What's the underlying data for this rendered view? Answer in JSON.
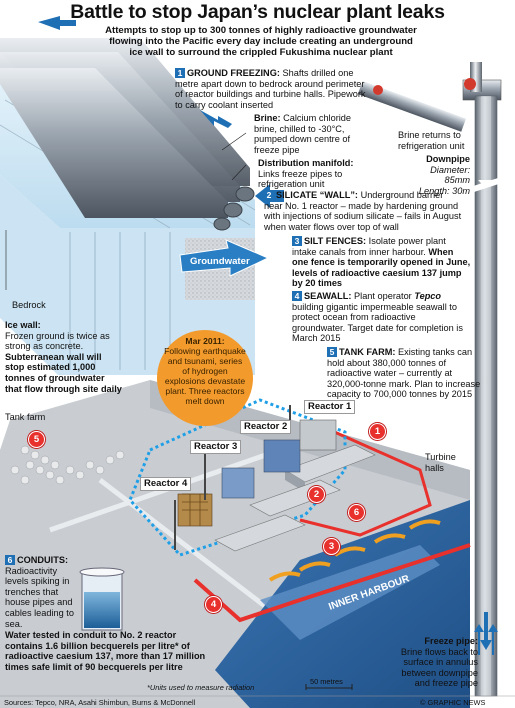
{
  "title": "Battle to stop Japan’s nuclear plant leaks",
  "subtitle": "Attempts to stop up to 300 tonnes of highly radioactive groundwater flowing into the Pacific every day include creating an underground ice wall to surround the crippled Fukushima nuclear plant",
  "items": {
    "ground_freezing": {
      "num": "1",
      "head": "GROUND FREEZING:",
      "text": "Shafts drilled one metre apart down to bedrock around perimeter of reactor buildings and turbine halls. Pipework to carry coolant inserted"
    },
    "silicate": {
      "num": "2",
      "head": "SILICATE “WALL”:",
      "text": "Underground barrier near No. 1 reactor – made by hardening ground with injections of sodium silicate – fails in August when water flows over top of wall"
    },
    "silt": {
      "num": "3",
      "head": "SILT FENCES:",
      "text": "Isolate power plant intake canals from inner harbour.",
      "bold": "When one fence is temporarily opened in June, levels of radioactive caesium 137 jump by 20 times"
    },
    "seawall": {
      "num": "4",
      "head": "SEAWALL:",
      "text_a": "Plant operator",
      "operator": "Tepco",
      "text_b": "building gigantic impermeable seawall to protect ocean from radioactive groundwater. Target date for completion is March 2015"
    },
    "tank_farm": {
      "num": "5",
      "head": "TANK FARM:",
      "text": "Existing tanks can hold about 380,000 tonnes of radioactive water – currently at 320,000-tonne mark.",
      "plan": "Plan to increase capacity to 700,000 tonnes by 2015"
    },
    "conduits": {
      "num": "6",
      "head": "CONDUITS:",
      "text": "Radioactivity levels spiking in trenches that house pipes and cables leading to sea.",
      "bold": "Water tested in conduit to No. 2 reactor contains 1.6 billion becquerels per litre* of radioactive caesium 137, more than 17 million times safe limit of 90 becquerels per litre",
      "footnote": "*Units used to measure radiation"
    }
  },
  "labels": {
    "brine_head": "Brine:",
    "brine_text": "Calcium chloride brine, chilled to -30°C, pumped down centre of freeze pipe",
    "manifold_head": "Distribution manifold:",
    "manifold_text": "Links freeze pipes to refrigeration unit",
    "brine_returns": "Brine returns to refrigeration unit",
    "downpipe_head": "Downpipe",
    "downpipe_diameter": "Diameter: 85mm",
    "downpipe_length": "Length: 30m",
    "groundwater": "Groundwater",
    "bedrock": "Bedrock",
    "icewall_head": "Ice wall:",
    "icewall_text": "Frozen ground is twice as strong as concrete.",
    "icewall_bold": "Subterranean wall will stop estimated 1,000 tonnes of groundwater that flow through site daily",
    "tank_farm": "Tank farm",
    "turbine_halls": "Turbine halls",
    "inner_harbour": "INNER HARBOUR",
    "freeze_pipe_head": "Freeze pipe:",
    "freeze_pipe_text": "Brine flows back to surface in annulus between downpipe and freeze pipe",
    "scale": "50 metres",
    "sources": "Sources: Tepco, NRA, Asahi Shimbun, Burns & McDonnell",
    "credit": "© GRAPHIC NEWS"
  },
  "march_note": {
    "head": "Mar 2011:",
    "text": "Following earthquake and tsunami, series of hydrogen explosions devastate plant. Three reactors melt down"
  },
  "reactors": [
    "Reactor 1",
    "Reactor 2",
    "Reactor 3",
    "Reactor 4"
  ],
  "markers": [
    "1",
    "2",
    "3",
    "4",
    "5",
    "6"
  ],
  "colors": {
    "accent_blue": "#1f6fb4",
    "ice_blue": "#cfe6f4",
    "marker_red": "#e8302c",
    "sea": "#2c5f98",
    "orange_note": "#f39a2c"
  }
}
